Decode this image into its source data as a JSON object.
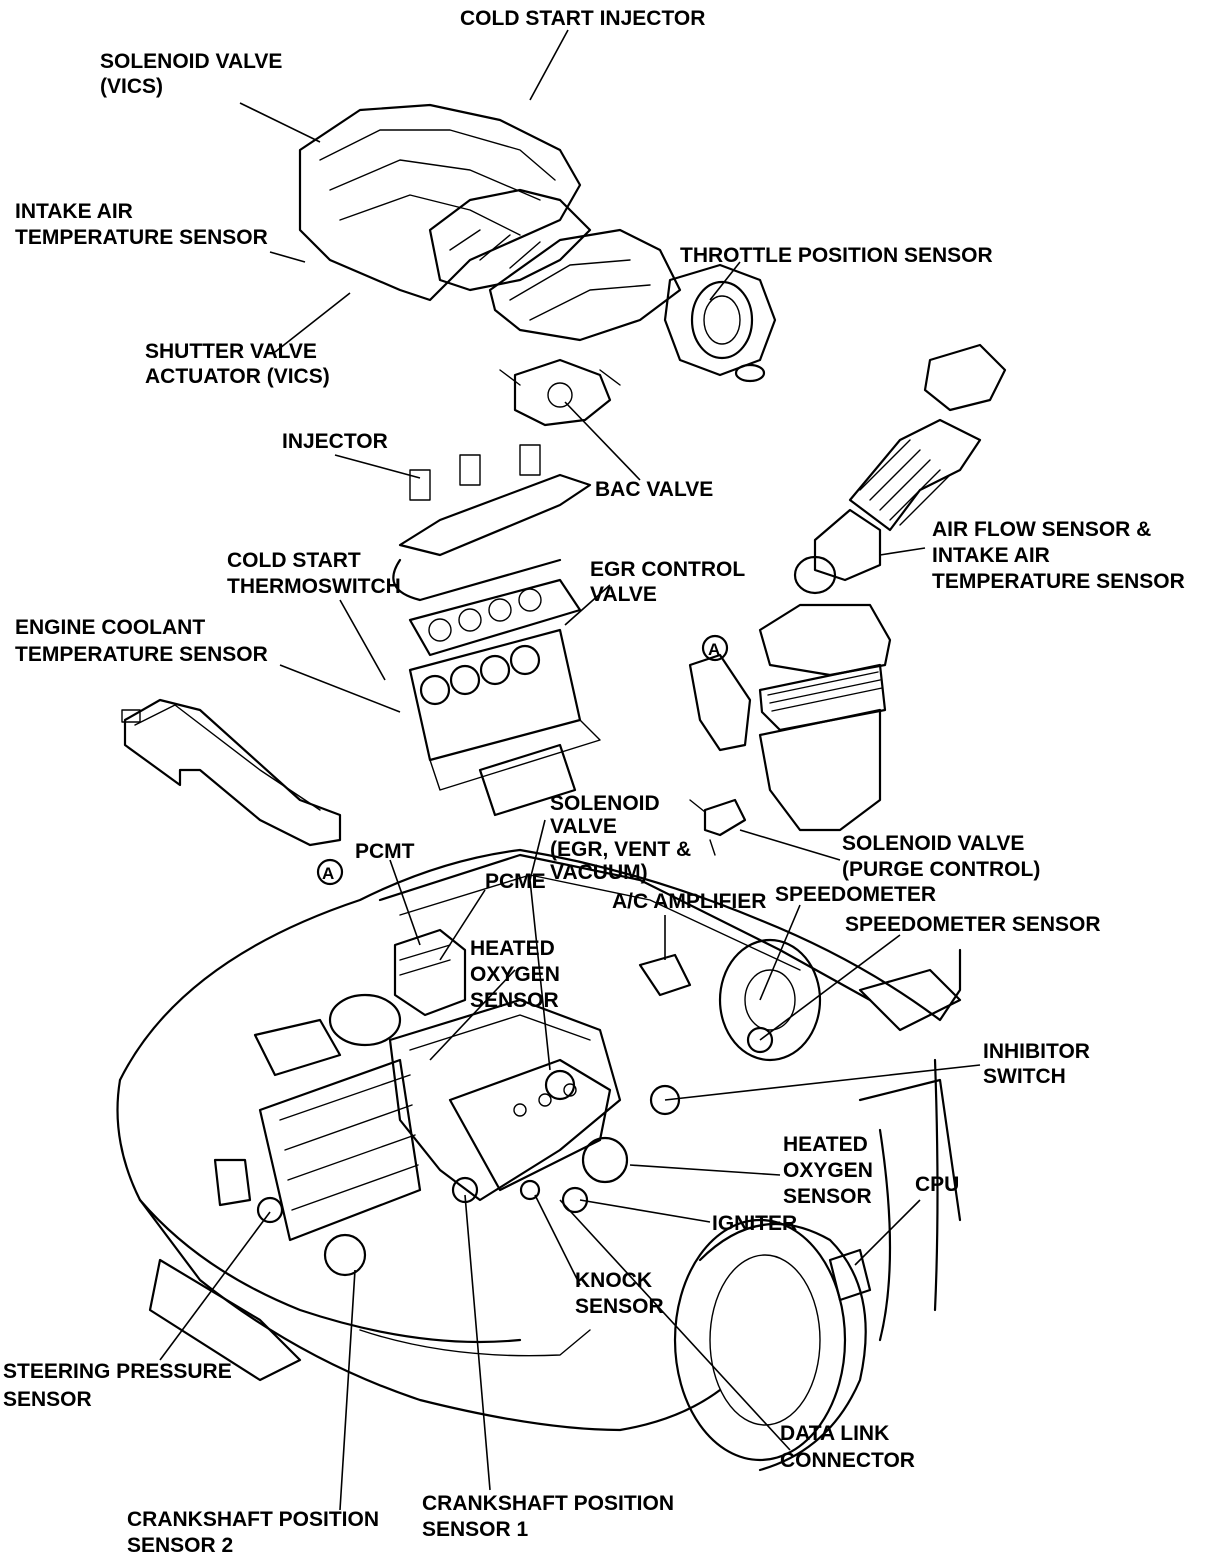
{
  "diagram": {
    "labels": {
      "cold_start_injector": "COLD START INJECTOR",
      "solenoid_valve_vics": [
        "SOLENOID VALVE",
        "(VICS)"
      ],
      "intake_air_temp_sensor": [
        "INTAKE AIR",
        "TEMPERATURE SENSOR"
      ],
      "throttle_position_sensor": "THROTTLE POSITION SENSOR",
      "shutter_valve_actuator": [
        "SHUTTER VALVE",
        "ACTUATOR (VICS)"
      ],
      "injector": "INJECTOR",
      "bac_valve": "BAC VALVE",
      "air_flow_sensor": [
        "AIR FLOW SENSOR &",
        "INTAKE AIR",
        "TEMPERATURE SENSOR"
      ],
      "cold_start_thermoswitch": [
        "COLD START",
        "THERMOSWITCH"
      ],
      "egr_control_valve": [
        "EGR CONTROL",
        "VALVE"
      ],
      "engine_coolant_temp_sensor": [
        "ENGINE COOLANT",
        "TEMPERATURE SENSOR"
      ],
      "solenoid_valve_egr": [
        "SOLENOID",
        "VALVE",
        "(EGR, VENT &",
        "VACUUM)"
      ],
      "solenoid_valve_purge": [
        "SOLENOID VALVE",
        "(PURGE CONTROL)"
      ],
      "pcmt": "PCMT",
      "pcme": "PCME",
      "ac_amplifier": "A/C AMPLIFIER",
      "speedometer": "SPEEDOMETER",
      "speedometer_sensor": "SPEEDOMETER SENSOR",
      "heated_oxygen_sensor_front": [
        "HEATED",
        "OXYGEN",
        "SENSOR"
      ],
      "inhibitor_switch": [
        "INHIBITOR",
        "SWITCH"
      ],
      "heated_oxygen_sensor_rear": [
        "HEATED",
        "OXYGEN",
        "SENSOR"
      ],
      "cpu": "CPU",
      "igniter": "IGNITER",
      "knock_sensor": [
        "KNOCK",
        "SENSOR"
      ],
      "steering_pressure_sensor": [
        "STEERING PRESSURE",
        "SENSOR"
      ],
      "data_link_connector": [
        "DATA LINK",
        "CONNECTOR"
      ],
      "crankshaft_position_sensor_2": [
        "CRANKSHAFT POSITION",
        "SENSOR 2"
      ],
      "crankshaft_position_sensor_1": [
        "CRANKSHAFT POSITION",
        "SENSOR 1"
      ],
      "ref_a": "A"
    }
  }
}
